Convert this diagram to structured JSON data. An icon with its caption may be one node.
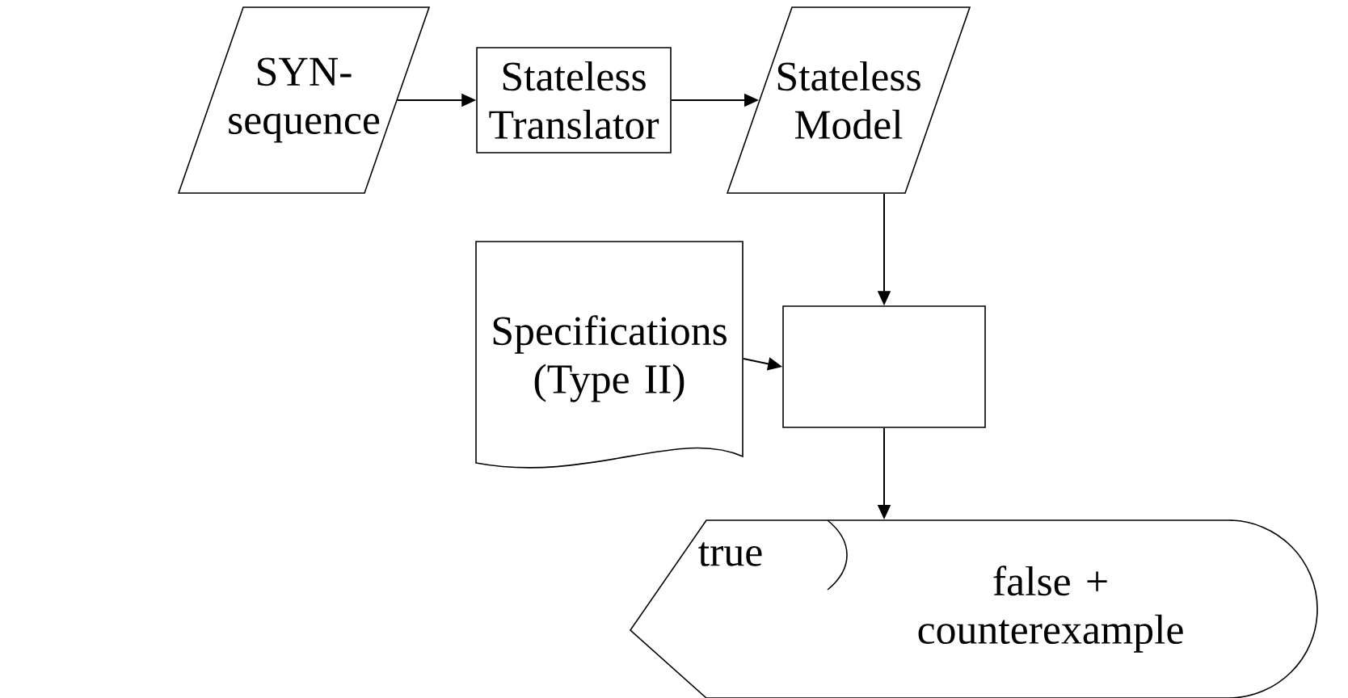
{
  "diagram": {
    "nodes": [
      {
        "text": [
          "SYN- sequence"
        ]
      },
      {
        "text": [
          "Stateless Translator"
        ]
      },
      {
        "text": [
          "Stateless Model"
        ]
      },
      {
        "text": [
          "Specifications (Type II)"
        ]
      },
      {
        "text": [],
        "shape": "box"
      },
      {
        "text": [
          "false + counterexample"
        ]
      },
      {
        "text": [
          "true"
        ],
        "in": 5
      }
    ],
    "edges": [
      {
        "from": 0,
        "to": 1,
        "arrow": "to"
      },
      {
        "from": 1,
        "to": 2,
        "arrow": "to"
      },
      {
        "from": 2,
        "to": 4,
        "arrow": "to"
      },
      {
        "from": 3,
        "to": 4,
        "arrow": "to"
      },
      {
        "from": 4,
        "to": 5,
        "arrow": "to"
      }
    ]
  }
}
